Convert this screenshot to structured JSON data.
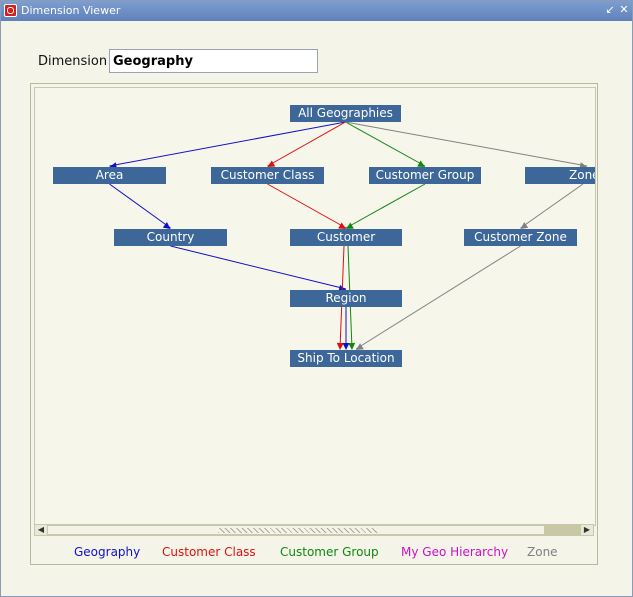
{
  "window": {
    "title": "Dimension Viewer",
    "minimize_glyph": "↙",
    "close_glyph": "✕"
  },
  "dimension": {
    "label": "Dimension",
    "value": "Geography"
  },
  "nodes": [
    {
      "id": "all_geographies",
      "label": "All Geographies"
    },
    {
      "id": "area",
      "label": "Area"
    },
    {
      "id": "customer_class",
      "label": "Customer Class"
    },
    {
      "id": "customer_group",
      "label": "Customer Group"
    },
    {
      "id": "zone",
      "label": "Zone"
    },
    {
      "id": "country",
      "label": "Country"
    },
    {
      "id": "customer",
      "label": "Customer"
    },
    {
      "id": "customer_zone",
      "label": "Customer Zone"
    },
    {
      "id": "region",
      "label": "Region"
    },
    {
      "id": "ship_to_location",
      "label": "Ship To Location"
    }
  ],
  "edges": [
    {
      "from": "all_geographies",
      "to": "area",
      "hierarchy": "Geography"
    },
    {
      "from": "all_geographies",
      "to": "customer_class",
      "hierarchy": "Customer Class"
    },
    {
      "from": "all_geographies",
      "to": "customer_group",
      "hierarchy": "Customer Group"
    },
    {
      "from": "all_geographies",
      "to": "zone",
      "hierarchy": "Zone"
    },
    {
      "from": "area",
      "to": "country",
      "hierarchy": "Geography"
    },
    {
      "from": "customer_class",
      "to": "customer",
      "hierarchy": "Customer Class"
    },
    {
      "from": "customer_group",
      "to": "customer",
      "hierarchy": "Customer Group"
    },
    {
      "from": "zone",
      "to": "customer_zone",
      "hierarchy": "Zone"
    },
    {
      "from": "country",
      "to": "region",
      "hierarchy": "Geography"
    },
    {
      "from": "customer",
      "to": "ship_to_location",
      "hierarchy": "Customer Class"
    },
    {
      "from": "customer",
      "to": "ship_to_location",
      "hierarchy": "Customer Group"
    },
    {
      "from": "region",
      "to": "ship_to_location",
      "hierarchy": "Geography"
    },
    {
      "from": "customer_zone",
      "to": "ship_to_location",
      "hierarchy": "Zone"
    }
  ],
  "legend": [
    {
      "label": "Geography",
      "color": "#1010cc"
    },
    {
      "label": "Customer Class",
      "color": "#dd1010"
    },
    {
      "label": "Customer Group",
      "color": "#108810"
    },
    {
      "label": "My Geo Hierarchy",
      "color": "#cc10cc"
    },
    {
      "label": "Zone",
      "color": "#808080"
    }
  ]
}
